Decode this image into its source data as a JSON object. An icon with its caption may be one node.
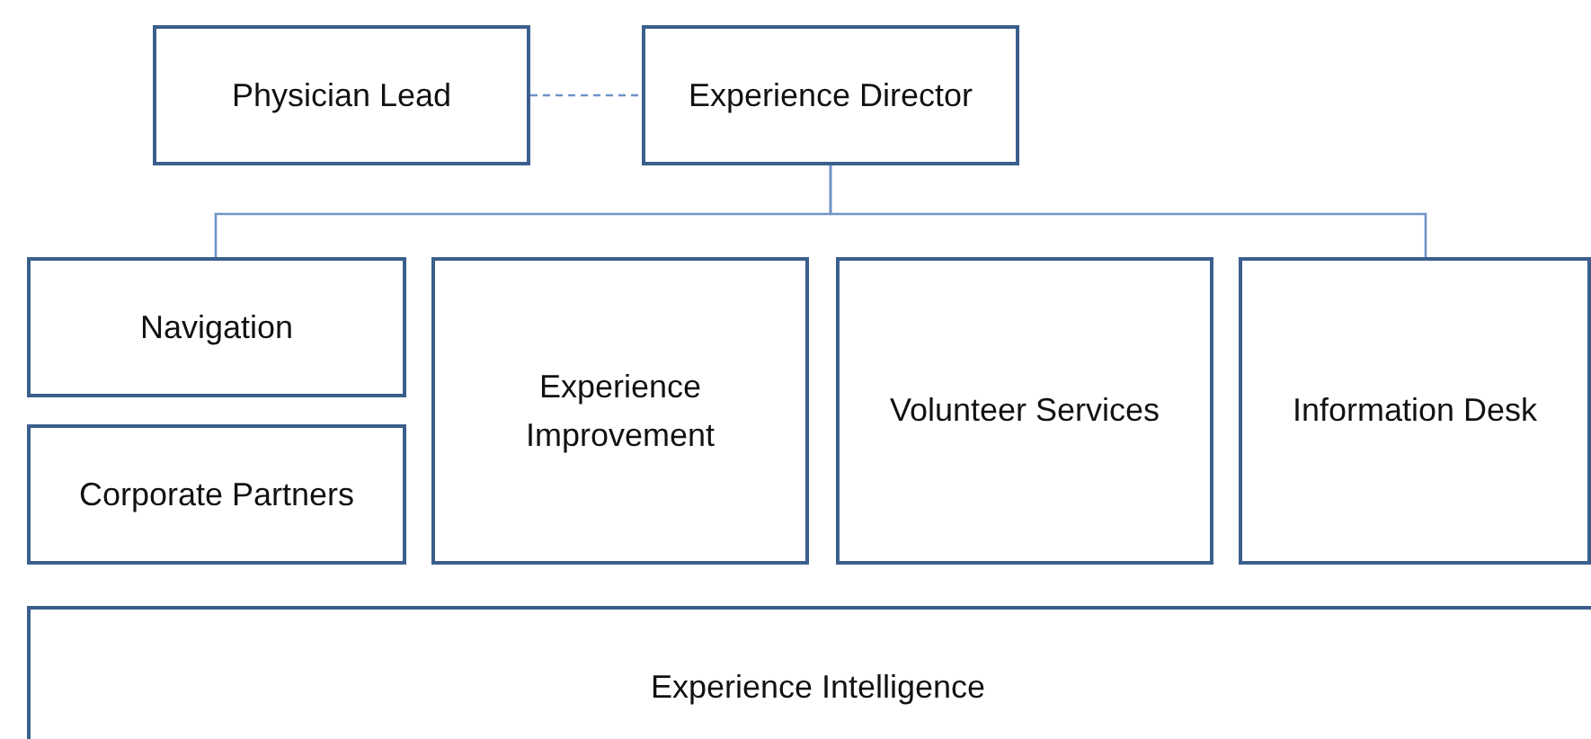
{
  "diagram": {
    "nodes": [
      {
        "text": [
          "Physician Lead"
        ]
      },
      {
        "text": [
          "Experience Director"
        ]
      },
      {
        "text": [
          "Navigation"
        ]
      },
      {
        "text": [
          "Experience Improvement"
        ]
      },
      {
        "text": [
          "Volunteer Services"
        ]
      },
      {
        "text": [
          "Information Desk"
        ]
      },
      {
        "text": [
          "Corporate Partners"
        ]
      },
      {
        "text": [
          "Experience Intelligence"
        ]
      }
    ],
    "edges": [
      {
        "from": 0,
        "to": 1,
        "arrow": "none",
        "style": "dashed"
      },
      {
        "from": 1,
        "to": 2,
        "arrow": "none"
      },
      {
        "from": 1,
        "to": 5,
        "arrow": "none"
      }
    ]
  }
}
